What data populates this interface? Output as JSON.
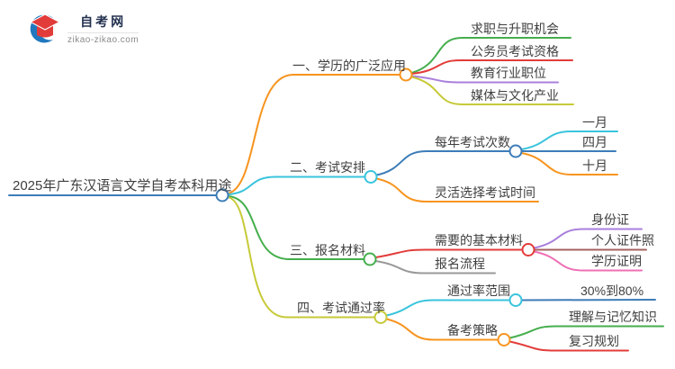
{
  "logo": {
    "title": "自考网",
    "subtitle": "zikao-zikao.com",
    "icon": "graduation-cap-icon"
  },
  "palette": {
    "blue": "#3d7cb8",
    "cyan": "#38c4dc",
    "orange": "#f7941e",
    "green": "#45ae4d",
    "red": "#e23c3a",
    "purple": "#a97fdc",
    "olive": "#c6ca38",
    "maroon": "#a66060",
    "pink": "#ee6fb5",
    "gray": "#999999",
    "text": "#3f3f3f",
    "logo-blue": "#2178be",
    "logo-red": "#e23c3a",
    "logo-navy": "#22304e"
  },
  "mindmap": {
    "root": {
      "label": "2025年广东汉语言文学自考本科用途",
      "color": "blue"
    },
    "branches": [
      {
        "label": "一、学历的广泛应用",
        "color": "orange",
        "children": [
          {
            "label": "求职与升职机会",
            "color": "green"
          },
          {
            "label": "公务员考试资格",
            "color": "red"
          },
          {
            "label": "教育行业职位",
            "color": "purple"
          },
          {
            "label": "媒体与文化产业",
            "color": "olive"
          }
        ]
      },
      {
        "label": "二、考试安排",
        "color": "cyan",
        "children": [
          {
            "label": "每年考试次数",
            "color": "blue",
            "children": [
              {
                "label": "一月",
                "color": "cyan"
              },
              {
                "label": "四月",
                "color": "blue"
              },
              {
                "label": "十月",
                "color": "orange"
              }
            ]
          },
          {
            "label": "灵活选择考试时间",
            "color": "orange"
          }
        ]
      },
      {
        "label": "三、报名材料",
        "color": "green",
        "children": [
          {
            "label": "需要的基本材料",
            "color": "red",
            "children": [
              {
                "label": "身份证",
                "color": "purple"
              },
              {
                "label": "个人证件照",
                "color": "maroon"
              },
              {
                "label": "学历证明",
                "color": "pink"
              }
            ]
          },
          {
            "label": "报名流程",
            "color": "gray"
          }
        ]
      },
      {
        "label": "四、考试通过率",
        "color": "olive",
        "children": [
          {
            "label": "通过率范围",
            "color": "cyan",
            "children": [
              {
                "label": "30%到80%",
                "color": "blue"
              }
            ]
          },
          {
            "label": "备考策略",
            "color": "orange",
            "children": [
              {
                "label": "理解与记忆知识",
                "color": "green"
              },
              {
                "label": "复习规划",
                "color": "red"
              }
            ]
          }
        ]
      }
    ]
  }
}
